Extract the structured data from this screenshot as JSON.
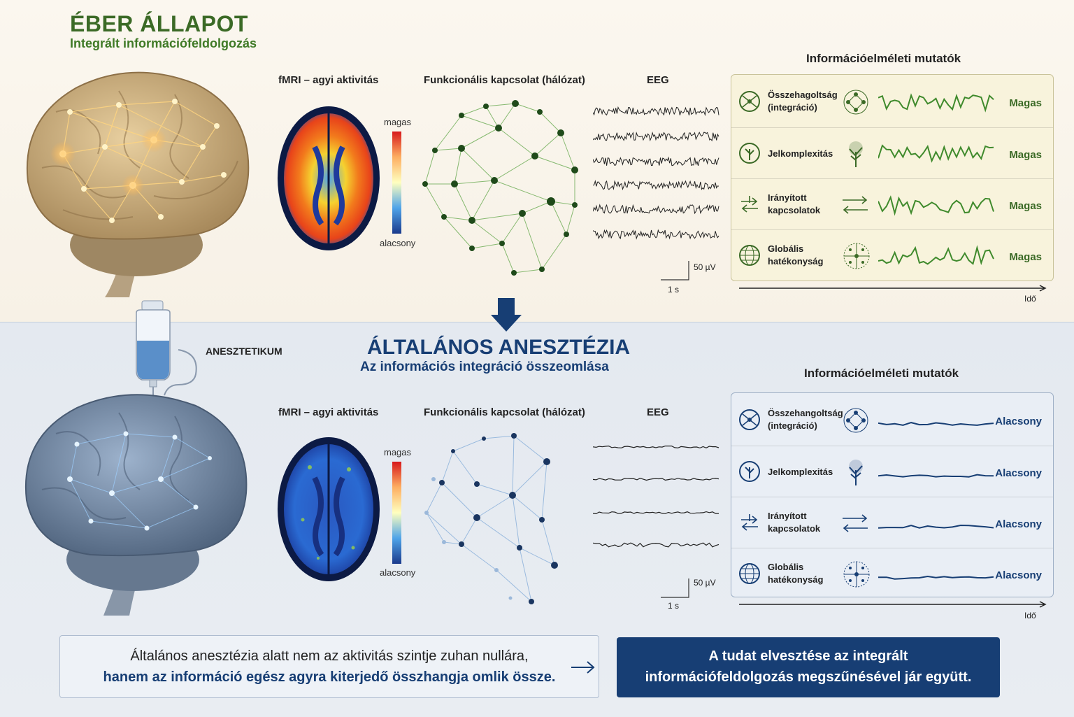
{
  "colors": {
    "awake_green": "#3b6a26",
    "anesthesia_blue": "#173e74",
    "awake_panel_bg": "#fbf7ef",
    "anesthesia_panel_bg": "#e4e9f0"
  },
  "awake": {
    "title": "ÉBER ÁLLAPOT",
    "subtitle": "Integrált információfeldolgozás",
    "fmri_label": "fMRI – agyi aktivitás",
    "network_label": "Funkcionális kapcsolat (hálózat)",
    "eeg_label": "EEG",
    "legend_high": "magas",
    "legend_low": "alacsony",
    "scale_voltage": "50 µV",
    "scale_time": "1 s",
    "metrics_title": "Információelméleti mutatók",
    "time_axis": "Idő",
    "metrics": [
      {
        "label": "Összehagoltság (integráció)",
        "icon": "integration-icon",
        "value": "Magas"
      },
      {
        "label": "Jelkomplexitás",
        "icon": "complexity-icon",
        "value": "Magas"
      },
      {
        "label": "Irányított kapcsolatok",
        "icon": "directed-icon",
        "value": "Magas"
      },
      {
        "label": "Globális hatékonyság",
        "icon": "globe-icon",
        "value": "Magas"
      }
    ]
  },
  "anesthesia": {
    "drug_label": "ANESZTETIKUM",
    "title": "ÁLTALÁNOS ANESZTÉZIA",
    "subtitle": "Az információs integráció összeomlása",
    "fmri_label": "fMRI – agyi aktivitás",
    "network_label": "Funkcionális kapcsolat (hálózat)",
    "eeg_label": "EEG",
    "legend_high": "magas",
    "legend_low": "alacsony",
    "scale_voltage": "50 µV",
    "scale_time": "1 s",
    "metrics_title": "Információelméleti mutatók",
    "time_axis": "Idő",
    "metrics": [
      {
        "label": "Összehangoltság (integráció)",
        "icon": "integration-icon",
        "value": "Alacsony"
      },
      {
        "label": "Jelkomplexitás",
        "icon": "complexity-icon",
        "value": "Alacsony"
      },
      {
        "label": "Irányított kapcsolatok",
        "icon": "directed-icon",
        "value": "Alacsony"
      },
      {
        "label": "Globális hatékonyság",
        "icon": "globe-icon",
        "value": "Alacsony"
      }
    ]
  },
  "footer": {
    "note_line1": "Általános anesztézia alatt nem az aktivitás szintje zuhan nullára,",
    "note_line2": "hanem az információ egész agyra kiterjedő összhangja omlik össze.",
    "conclusion_line1": "A tudat elvesztése az integrált",
    "conclusion_line2": "információfeldolgozás megszűnésével jár együtt."
  }
}
